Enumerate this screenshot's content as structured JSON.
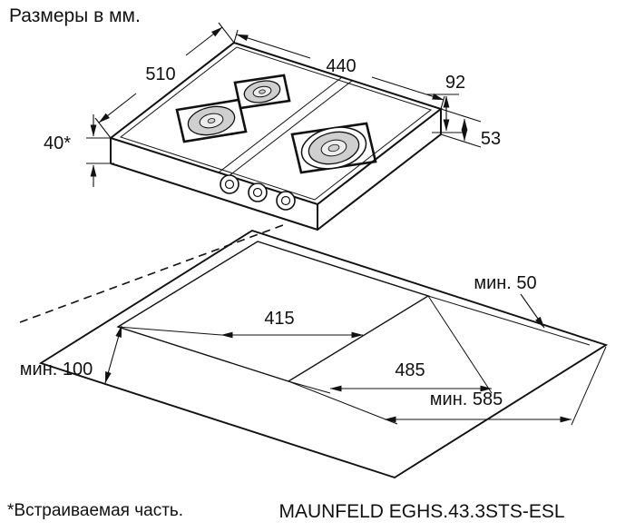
{
  "page": {
    "title": "Размеры в мм.",
    "footnote": "*Встраиваемая часть.",
    "model_label": "MAUNFELD EGHS.43.3STS-ESL"
  },
  "hob_dimensions": {
    "back_edge_width": "440",
    "left_edge_depth": "510",
    "total_height": "92",
    "body_side_height": "53",
    "built_in_depth": "40*"
  },
  "cutout_dimensions": {
    "depth": "415",
    "width": "485",
    "min_rear_clearance": "мин. 50",
    "min_front_clearance": "мин. 100",
    "min_worktop_depth": "мин. 585"
  }
}
